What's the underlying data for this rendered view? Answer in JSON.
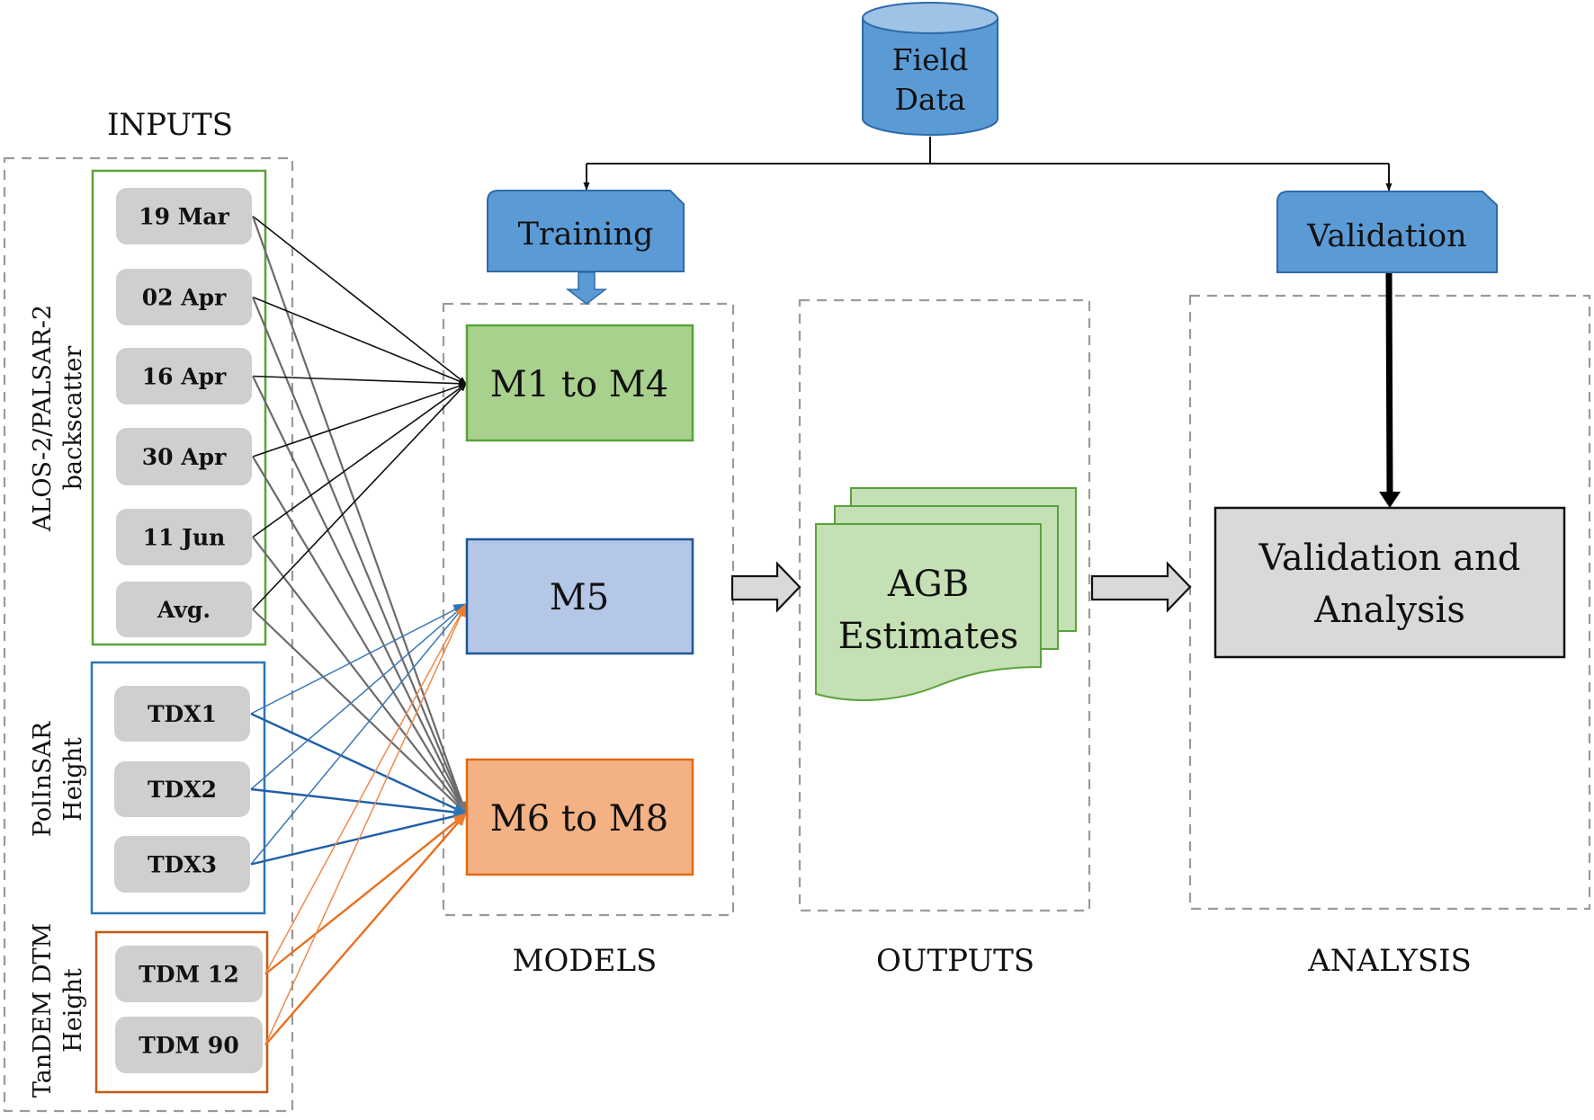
{
  "title": "Flowchart: AGB estimation from SAR inputs",
  "colors": {
    "blue_fill": "#5b9bd5",
    "blue_stroke": "#2e6aa8",
    "green_stroke": "#5aa23a",
    "green_fill": "#a9d18e",
    "m5_fill": "#b4c7e7",
    "m5_stroke": "#1f5597",
    "orange_fill": "#f4b183",
    "orange_stroke": "#e06a14",
    "input_fill": "#d0cfcf",
    "doc_fill": "#c5e0b4",
    "gray_box": "#d9d9d9",
    "line_black": "#111111",
    "line_gray": "#666666",
    "line_blue": "#2e75b6",
    "line_orange": "#ed7d31"
  },
  "source": {
    "label_line1": "Field",
    "label_line2": "Data",
    "icon": "database-cylinder-icon"
  },
  "sections": {
    "inputs": "INPUTS",
    "models": "MODELS",
    "outputs": "OUTPUTS",
    "analysis": "ANALYSIS"
  },
  "tags": {
    "training": "Training",
    "validation": "Validation"
  },
  "input_groups": [
    {
      "id": "alos",
      "label_line1": "ALOS-2/PALSAR-2",
      "label_line2": "backscatter",
      "items": [
        "19 Mar",
        "02 Apr",
        "16 Apr",
        "30 Apr",
        "11 Jun",
        "Avg."
      ],
      "feeds": [
        "M1 to M4",
        "M6 to M8"
      ]
    },
    {
      "id": "polinsar",
      "label_line1": "PolInSAR",
      "label_line2": "Height",
      "items": [
        "TDX1",
        "TDX2",
        "TDX3"
      ],
      "feeds": [
        "M5",
        "M6 to M8"
      ]
    },
    {
      "id": "tandem",
      "label_line1": "TanDEM DTM",
      "label_line2": "Height",
      "items": [
        "TDM 12",
        "TDM 90"
      ],
      "feeds": [
        "M5",
        "M6 to M8"
      ]
    }
  ],
  "models": [
    "M1 to M4",
    "M5",
    "M6 to M8"
  ],
  "outputs": {
    "line1": "AGB",
    "line2": "Estimates"
  },
  "analysis": {
    "line1": "Validation and",
    "line2": "Analysis"
  }
}
